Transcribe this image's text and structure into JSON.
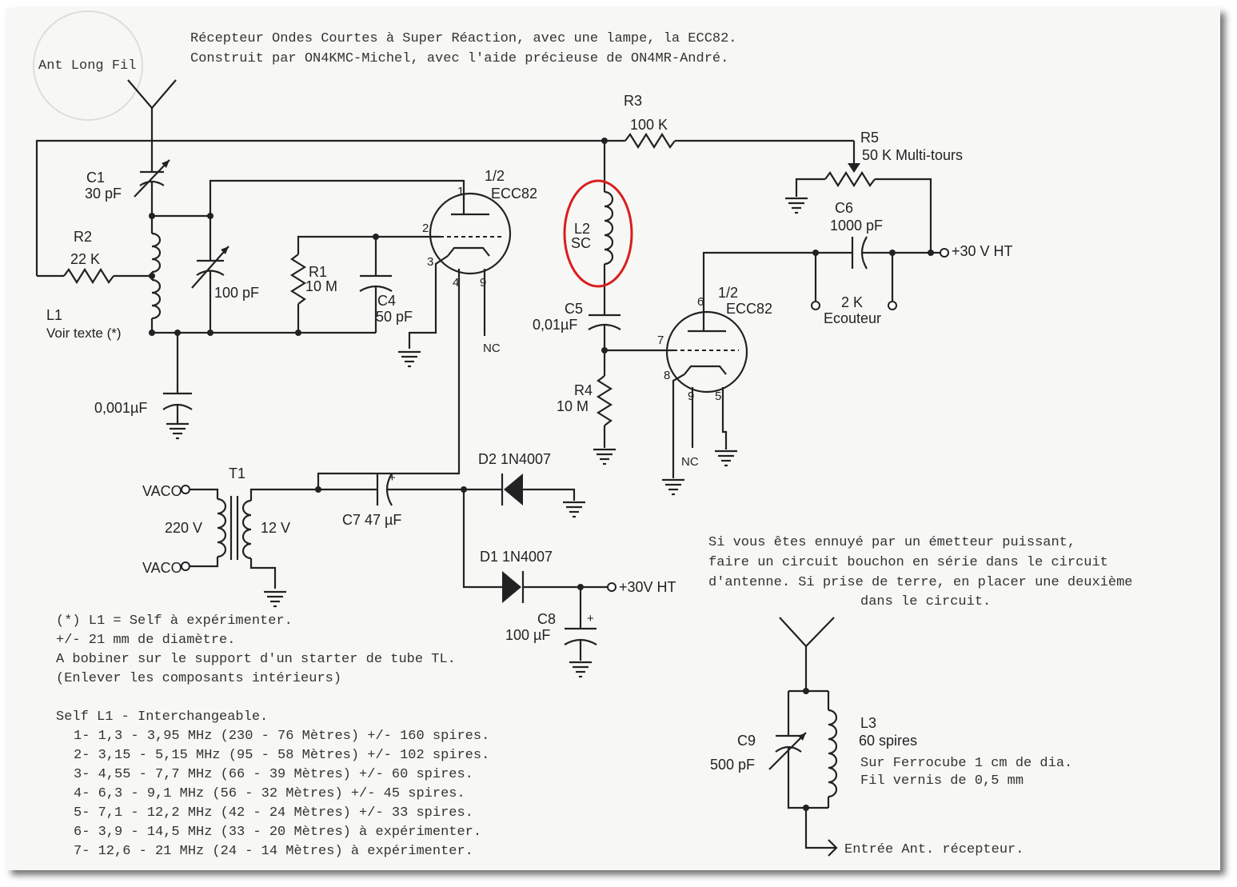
{
  "header": {
    "line1": "Récepteur Ondes Courtes à Super Réaction, avec une lampe, la ECC82.",
    "line2": "Construit par ON4KMC-Michel, avec l'aide précieuse de ON4MR-André."
  },
  "labels": {
    "antenna": "Ant Long Fil",
    "c1_name": "C1",
    "c1_val": "30 pF",
    "r2_name": "R2",
    "r2_val": "22 K",
    "l1_name": "L1",
    "l1_val": "Voir texte (*)",
    "var_cap": "100 pF",
    "r1_name": "R1",
    "r1_val": "10 M",
    "c4_name": "C4",
    "c4_val": "50 pF",
    "c_001": "0,001µF",
    "tube1_half": "1/2",
    "tube1_name": "ECC82",
    "pin1": "1",
    "pin2": "2",
    "pin3": "3",
    "pin4": "4",
    "pin9a": "9",
    "nc1": "NC",
    "r3_name": "R3",
    "r3_val": "100 K",
    "l2_name": "L2",
    "l2_val": "SC",
    "c5_name": "C5",
    "c5_val": "0,01µF",
    "r4_name": "R4",
    "r4_val": "10 M",
    "r5_name": "R5",
    "r5_val": "50 K Multi-tours",
    "c6_name": "C6",
    "c6_val": "1000 pF",
    "ht1": "+30 V HT",
    "tube2_half": "1/2",
    "tube2_name": "ECC82",
    "pin6": "6",
    "pin7": "7",
    "pin8": "8",
    "pin9b": "9",
    "pin5": "5",
    "nc2": "NC",
    "ecouteur_val": "2 K",
    "ecouteur": "Ecouteur",
    "t1": "T1",
    "vac_top": "VACO",
    "vac_bot": "VACO",
    "v220": "220 V",
    "v12": "12 V",
    "c7": "C7 47 µF",
    "d2": "D2 1N4007",
    "d1": "D1 1N4007",
    "ht2": "+30V HT",
    "c8_name": "C8",
    "c8_val": "100 µF",
    "plus": "+",
    "c9_name": "C9",
    "c9_val": "500 pF",
    "l3_name": "L3",
    "l3_val": "60 spires"
  },
  "notes_right": [
    "Si vous êtes ennuyé par un émetteur puissant,",
    "faire un circuit bouchon en série dans le circuit",
    "d'antenne. Si prise de terre, en placer une deuxième",
    "dans le circuit."
  ],
  "notes_l3": [
    "Sur Ferrocube 1 cm de dia.",
    "Fil vernis de 0,5 mm"
  ],
  "entree": "Entrée Ant. récepteur.",
  "notes_left": [
    "(*) L1 = Self à expérimenter.",
    "+/- 21 mm de diamètre.",
    "A bobiner sur le support d'un starter de tube TL.",
    "(Enlever les composants intérieurs)"
  ],
  "self_table": {
    "title": "Self L1 - Interchangeable.",
    "rows": [
      "1- 1,3 - 3,95 MHz (230 - 76 Mètres) +/- 160 spires.",
      "2- 3,15 - 5,15 MHz (95 - 58 Mètres) +/- 102 spires.",
      "3- 4,55 - 7,7 MHz (66 - 39 Mètres) +/- 60 spires.",
      "4- 6,3 - 9,1 MHz (56 - 32 Mètres) +/- 45 spires.",
      "5- 7,1 - 12,2 MHz (42 - 24 Mètres) +/- 33 spires.",
      "6- 3,9 - 14,5 MHz (33 - 20 Mètres) à expérimenter.",
      "7- 12,6 - 21 MHz (24 - 14 Mètres) à expérimenter."
    ]
  },
  "colors": {
    "highlight": "#d81e1e",
    "ink": "#222222",
    "paper": "#f7f7f5"
  }
}
